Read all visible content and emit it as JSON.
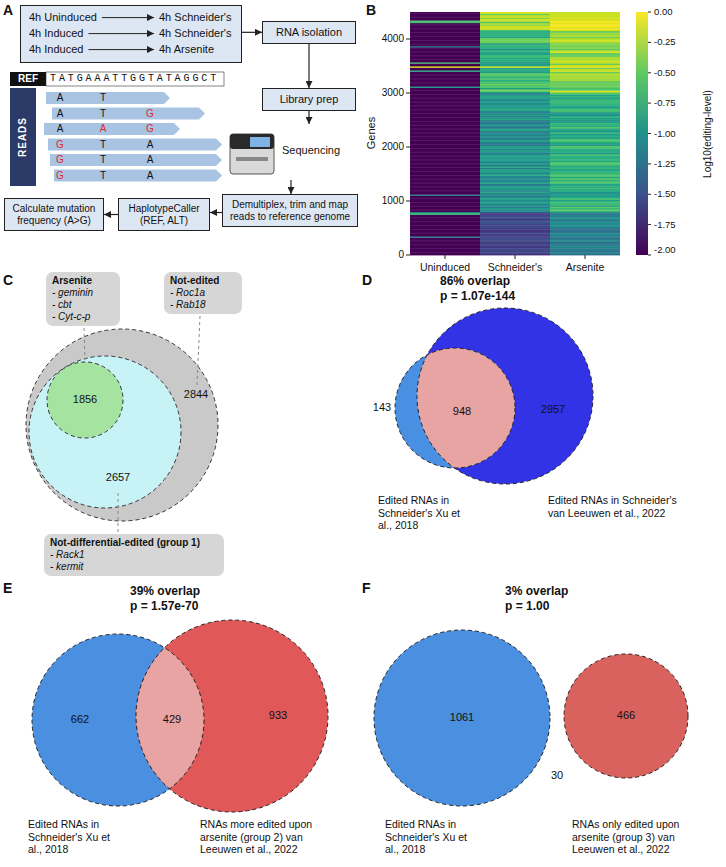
{
  "diagram": {
    "nodes": [
      {
        "text": [
          "4h Uninduced",
          "4h Schneider's",
          "4h Induced",
          "4h Schneider's",
          "4h Induced",
          "4h Arsenite"
        ]
      },
      {
        "text": [
          "RNA isolation"
        ]
      },
      {
        "text": [
          "Library prep"
        ]
      },
      {
        "text": [
          "Sequencing"
        ]
      },
      {
        "text": [
          "Demultiplex, trim and map reads to reference genome"
        ]
      },
      {
        "text": [
          "HaplotypeCaller (REF, ALT)"
        ]
      },
      {
        "text": [
          "Calculate mutation frequency (A>G)"
        ]
      },
      {
        "text": [
          "Arsenite",
          "- geminin",
          "- cbt",
          "- Cyt-c-p"
        ]
      },
      {
        "text": [
          "Not-edited",
          "- Roc1a",
          "- Rab18"
        ]
      },
      {
        "text": [
          "Not-differential-edited (group 1)",
          "- Rack1",
          "- kermit"
        ]
      }
    ],
    "edges": [
      {
        "from": 0,
        "to": 1,
        "arrow": "to"
      },
      {
        "from": 1,
        "to": 2,
        "arrow": "to"
      },
      {
        "from": 2,
        "to": 3,
        "arrow": "to"
      },
      {
        "from": 3,
        "to": 4,
        "arrow": "to"
      },
      {
        "from": 4,
        "to": 5,
        "arrow": "to"
      },
      {
        "from": 5,
        "to": 6,
        "arrow": "to"
      }
    ],
    "labels": [
      "A",
      "REF",
      "TATGAAATTGGTATAGGCT",
      "READS",
      "A",
      "T",
      "A",
      "T",
      "G",
      "A",
      "A",
      "G",
      "G",
      "T",
      "A",
      "G",
      "T",
      "A",
      "G",
      "T",
      "A",
      "B",
      "Genes",
      "0",
      "1000",
      "2000",
      "3000",
      "4000",
      "Uninduced",
      "Schneider's",
      "Arsenite",
      "0.00",
      "-0.25",
      "-0.50",
      "-0.75",
      "-1.00",
      "-1.25",
      "-1.50",
      "-1.75",
      "-2.00",
      "Log10(editing-level)",
      "C",
      "1856",
      "2844",
      "2657",
      "D",
      "86% overlap",
      "p = 1.07e-144",
      "143",
      "948",
      "2957",
      "Edited RNAs in Schneider's Xu et al., 2018",
      "Edited RNAs in Schneider's van Leeuwen et al., 2022",
      "E",
      "39% overlap",
      "p = 1.57e-70",
      "662",
      "429",
      "933",
      "Edited RNAs in Schneider's Xu et al., 2018",
      "RNAs more edited upon arsenite (group 2) van Leeuwen et al., 2022",
      "F",
      "3% overlap",
      "p = 1.00",
      "1061",
      "30",
      "466",
      "Edited RNAs in Schneider's Xu et al., 2018",
      "RNAs only edited upon arsenite (group 3) van Leeuwen et al., 2022"
    ]
  }
}
